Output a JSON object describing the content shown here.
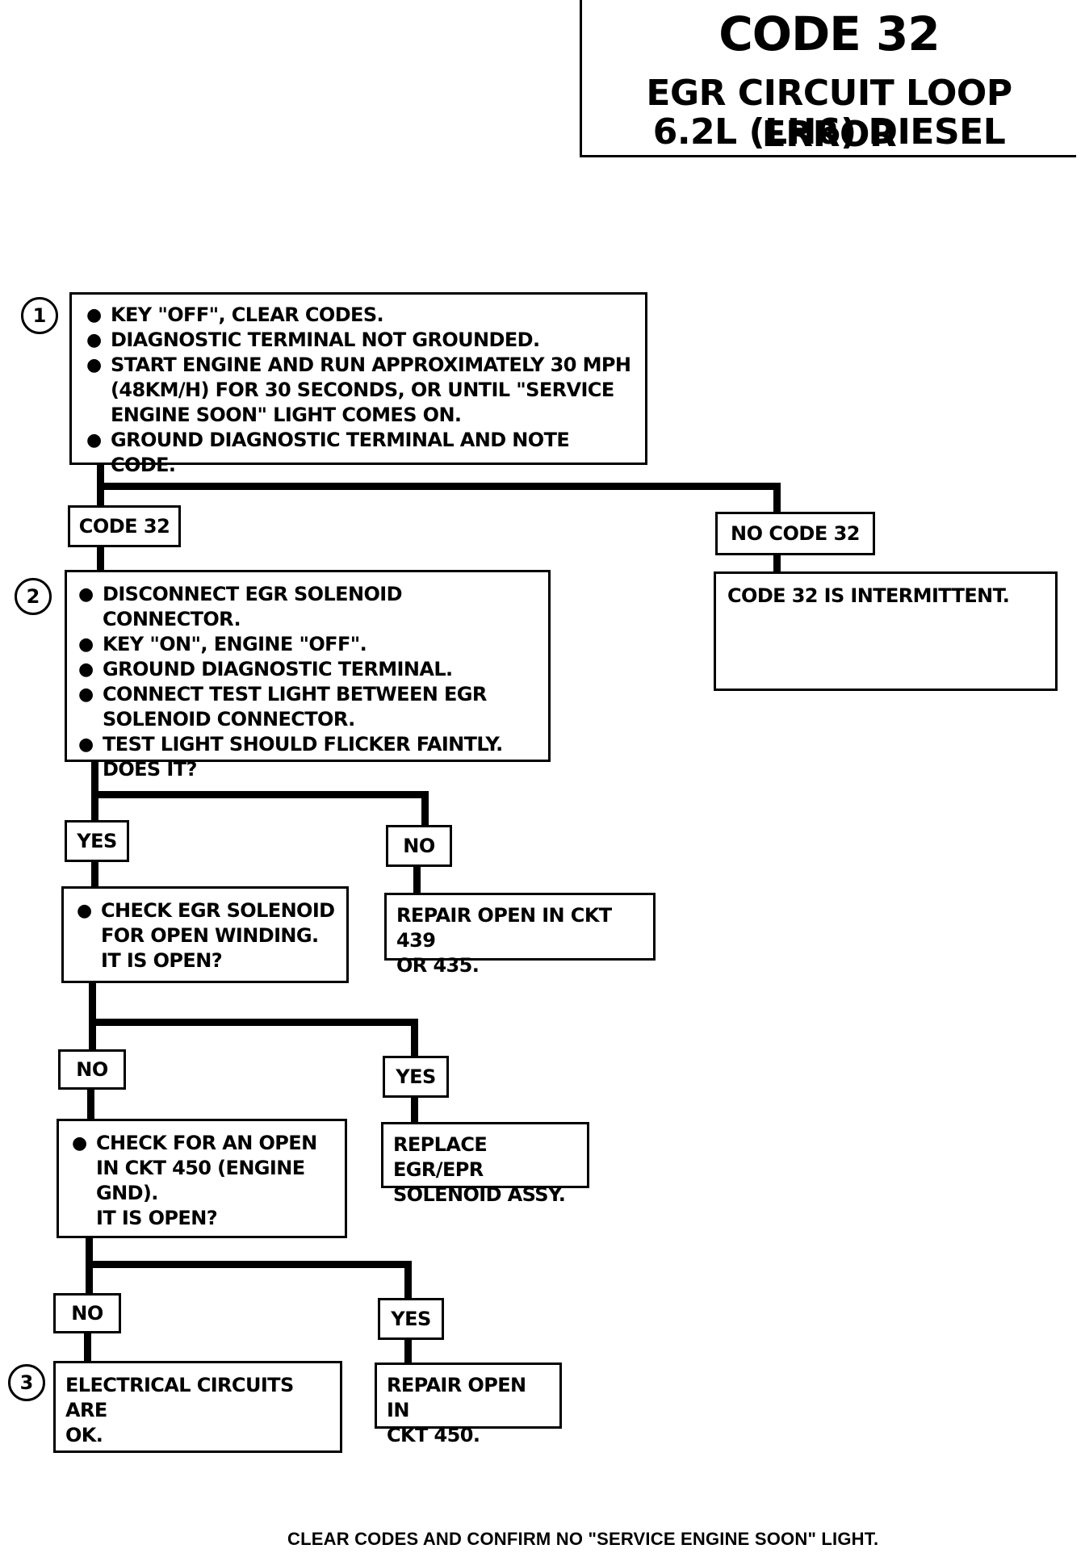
{
  "header": {
    "code": "CODE 32",
    "title_line1": "EGR CIRCUIT LOOP ERROR",
    "title_line2": "6.2L  (LH6)  DIESEL"
  },
  "steps": {
    "step1": "1",
    "step2": "2",
    "step3": "3"
  },
  "box1": {
    "items": [
      "KEY \"OFF\", CLEAR CODES.",
      "DIAGNOSTIC TERMINAL NOT GROUNDED.",
      "START ENGINE AND RUN APPROXIMATELY 30 MPH",
      "(48KM/H) FOR 30 SECONDS, OR UNTIL \"SERVICE",
      "ENGINE SOON\" LIGHT COMES ON.",
      "GROUND DIAGNOSTIC TERMINAL AND NOTE CODE."
    ]
  },
  "labels": {
    "code32": "CODE 32",
    "no_code32": "NO CODE 32",
    "yes1": "YES",
    "no1": "NO",
    "no2": "NO",
    "yes2": "YES",
    "no3": "NO",
    "yes3": "YES"
  },
  "intermittent": {
    "text": "CODE 32 IS INTERMITTENT."
  },
  "box2": {
    "items": [
      "DISCONNECT EGR SOLENOID CONNECTOR.",
      "KEY \"ON\", ENGINE \"OFF\".",
      "GROUND DIAGNOSTIC TERMINAL.",
      "CONNECT TEST LIGHT BETWEEN EGR",
      "SOLENOID CONNECTOR.",
      "TEST LIGHT SHOULD FLICKER FAINTLY.",
      "DOES IT?"
    ]
  },
  "check_solenoid": {
    "items": [
      "CHECK EGR SOLENOID",
      "FOR OPEN WINDING.",
      "IT IS OPEN?"
    ]
  },
  "repair_439": {
    "line1": "REPAIR OPEN IN CKT 439",
    "line2": "OR 435."
  },
  "check_450": {
    "items": [
      "CHECK FOR AN OPEN",
      "IN CKT 450 (ENGINE",
      "GND).",
      "IT IS OPEN?"
    ]
  },
  "replace_egr": {
    "line1": "REPLACE EGR/EPR",
    "line2": "SOLENOID ASSY."
  },
  "circuits_ok": {
    "line1": "ELECTRICAL CIRCUITS ARE",
    "line2": "OK."
  },
  "repair_450": {
    "line1": "REPAIR OPEN IN",
    "line2": "CKT 450."
  },
  "footer": {
    "text": "CLEAR CODES AND CONFIRM NO \"SERVICE ENGINE  SOON\" LIGHT."
  }
}
